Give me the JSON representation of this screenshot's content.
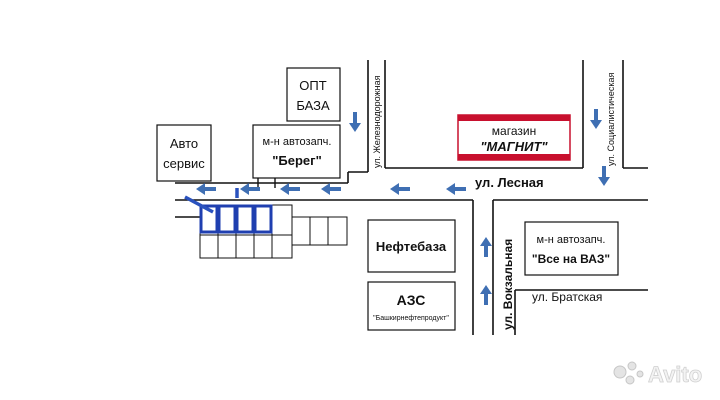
{
  "streets": {
    "lesnaya": "ул. Лесная",
    "vokzalnaya": "ул. Вокзальная",
    "bratskaya": "ул. Братская",
    "zheleznodorozhnaya": "ул. Железнодорожная",
    "socialisticheskaya": "ул. Социалистическая"
  },
  "places": {
    "opt_baza": {
      "line1": "ОПТ",
      "line2": "БАЗА"
    },
    "autoservice": {
      "line1": "Авто",
      "line2": "сервис"
    },
    "bereg": {
      "line1": "м-н автозапч.",
      "line2": "\"Берег\""
    },
    "magnit": {
      "line1": "магазин",
      "line2": "\"МАГНИТ\""
    },
    "neftebaza": {
      "name": "Нефтебаза"
    },
    "azs": {
      "name": "АЗС",
      "sub": "\"Башкирнефтепродукт\""
    },
    "vse_na_vaz": {
      "line1": "м-н автозапч.",
      "line2": "\"Все на ВАЗ\""
    }
  },
  "watermark": {
    "text": "Avito"
  },
  "colors": {
    "road": "#111111",
    "arrow": "#3f6fb3",
    "highlight": "#1f3fb0",
    "magnit_red": "#c8102e"
  }
}
